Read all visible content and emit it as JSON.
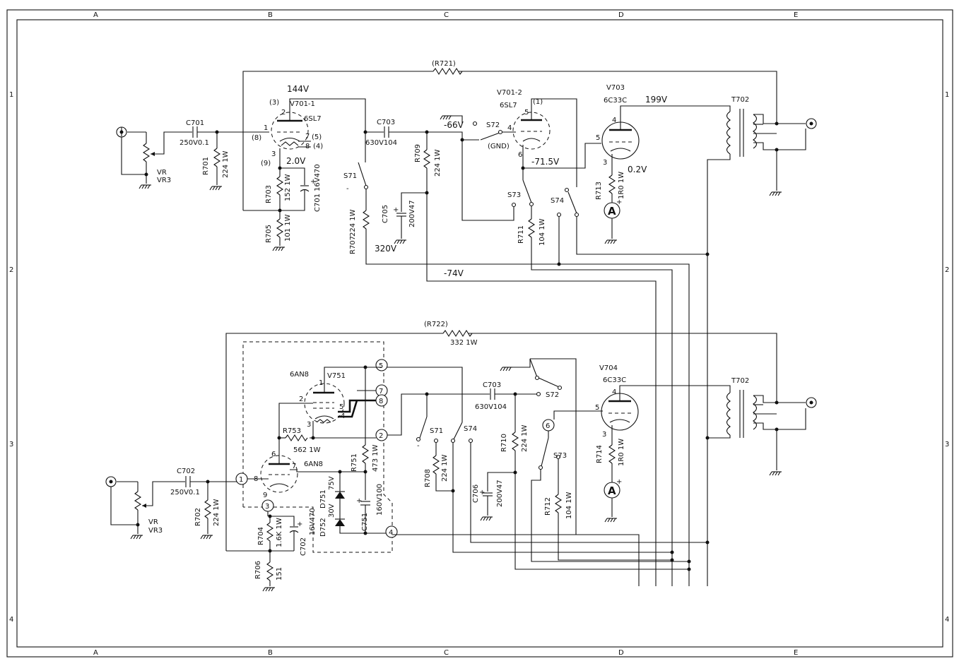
{
  "frame": {
    "columns": [
      "A",
      "B",
      "C",
      "D",
      "E"
    ],
    "rows": [
      "1",
      "2",
      "3",
      "4"
    ]
  },
  "upper": {
    "r721": "(R721)",
    "v701_1": "V701-1",
    "v701_1_type": "6SL7",
    "v701_1_pins": {
      "p3": "(3)",
      "p2": "2",
      "p1": "1",
      "p8": "(8)",
      "p7": "7",
      "p5": "(5)",
      "p8b": "8",
      "p4": "(4)",
      "p3b": "3",
      "p9": "(9)"
    },
    "v144": "144V",
    "c701": "C701",
    "c701_val": "250V0.1",
    "r701": "R701",
    "r701_val": "224 1W",
    "vr": "VR",
    "vr3": "VR3",
    "v2": "2.0V",
    "r703": "R703",
    "r703_val": "152 1W",
    "c701b": "C701",
    "c701b_val": "16V470",
    "r705": "R705",
    "r705_val": "101 1W",
    "c703": "C703",
    "c703_val": "630V104",
    "s71": "S71",
    "s71_minus": "-",
    "r707": "R707",
    "r707_val": "224 1W",
    "v320": "320V",
    "r709": "R709",
    "r709_val": "224 1W",
    "c705": "C705",
    "c705_val": "200V47",
    "v74": "-74V",
    "v66": "-66V",
    "s72": "S72",
    "gnd": "(GND)",
    "v701_2": "V701-2",
    "v701_2_type": "6SL7",
    "v701_2_pins": {
      "p1": "(1)",
      "p5": "5",
      "p4": "4",
      "p6": "6"
    },
    "v715": "-71.5V",
    "s73": "S73",
    "s74": "S74",
    "r711": "R711",
    "r711_val": "104 1W",
    "v703": "V703",
    "v703_type": "6C33C",
    "v199": "199V",
    "v703_pins": {
      "p4": "4",
      "p5": "5",
      "p3": "3"
    },
    "r713": "R713",
    "r713_val": "1R0 1W",
    "v02": "0.2V",
    "meter": "A",
    "meter_plus": "+",
    "t702": "T702"
  },
  "lower": {
    "r722": "(R722)",
    "r722_val": "332 1W",
    "v751_type": "6AN8",
    "v751": "V751",
    "v751_pins": {
      "p1": "1",
      "p2": "2",
      "p3": "3",
      "p5": "5",
      "p4": "4"
    },
    "v751_tri_type": "6AN8",
    "v751_tri_pins": {
      "p6": "6",
      "p7": "7",
      "p8": "8",
      "p9": "9"
    },
    "r753": "R753",
    "r753_val": "562 1W",
    "nodes": {
      "n1": "1",
      "n2": "2",
      "n3": "3",
      "n4": "4",
      "n5": "5",
      "n6": "6",
      "n7": "7",
      "n8": "8"
    },
    "c702": "C702",
    "c702_val": "250V0.1",
    "r702": "R702",
    "r702_val": "224 1W",
    "vr": "VR",
    "vr3": "VR3",
    "r704": "R704",
    "r704_val": "1.6K 1W",
    "c702b": "C702",
    "c702b_val": "16V470",
    "r706": "R706",
    "r706_val": "151",
    "r751": "R751",
    "r751_val": "473 1W",
    "d751": "D751",
    "d751_val": "75V",
    "d752": "D752",
    "d752_val": "30V",
    "c751": "C751",
    "c751_val": "160V100",
    "c703": "C703",
    "c703_val": "630V104",
    "s71": "S71",
    "s71_minus": "-",
    "s72": "S72",
    "s73": "S73",
    "s74": "S74",
    "r708": "R708",
    "r708_val": "224 1W",
    "r710": "R710",
    "r710_val": "224 1W",
    "c706": "C706",
    "c706_val": "200V47",
    "r712": "R712",
    "r712_val": "104 1W",
    "v704": "V704",
    "v704_type": "6C33C",
    "v704_pins": {
      "p4": "4",
      "p5": "5",
      "p3": "3"
    },
    "r714": "R714",
    "r714_val": "1R0 1W",
    "meter": "A",
    "meter_plus": "+",
    "t702": "T702"
  }
}
